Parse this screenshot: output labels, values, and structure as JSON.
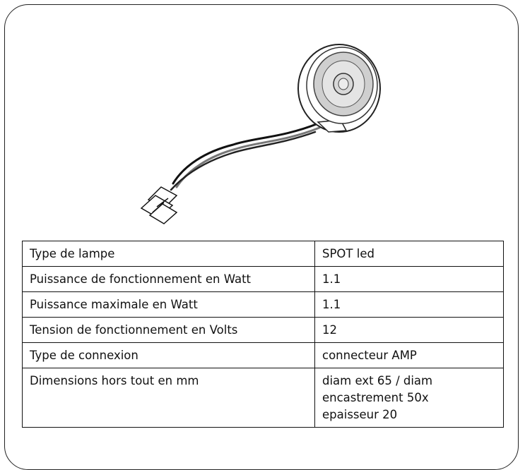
{
  "specs": {
    "rows": [
      {
        "label": "Type de lampe",
        "value": "SPOT led"
      },
      {
        "label": "Puissance de fonctionnement en Watt",
        "value": "1.1"
      },
      {
        "label": "Puissance maximale en Watt",
        "value": "1.1"
      },
      {
        "label": "Tension de fonctionnement en Volts",
        "value": "12"
      },
      {
        "label": "Type de connexion",
        "value": "connecteur AMP"
      },
      {
        "label": "Dimensions hors tout en mm",
        "value_lines": [
          "diam ext 65 / diam",
          "encastrement 50x",
          "epaisseur 20"
        ]
      }
    ]
  }
}
